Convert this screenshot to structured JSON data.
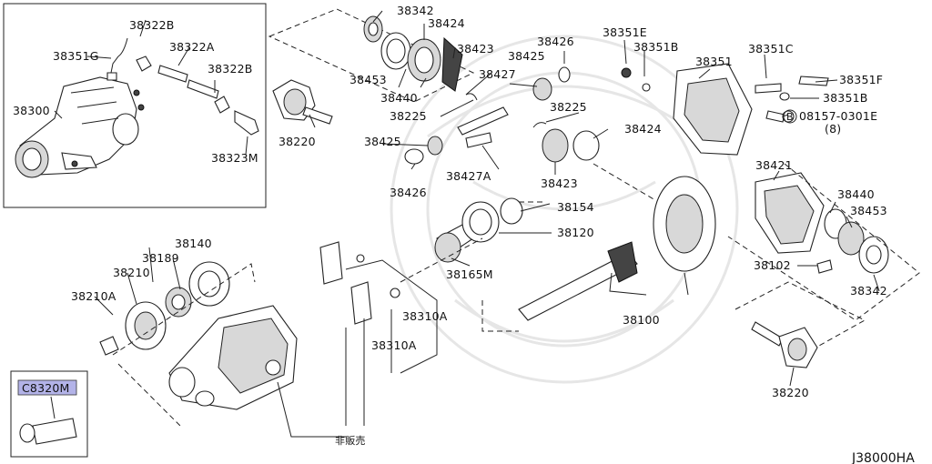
{
  "labels": {
    "l38342a": "38342",
    "l38424a": "38424",
    "l38423a": "38423",
    "l38453a": "38453",
    "l38440a": "38440",
    "l38225a": "38225",
    "l38220a": "38220",
    "l38426a": "38426",
    "l38425a": "38425",
    "l38427": "38427",
    "l38425b": "38425",
    "l38426b": "38426",
    "l38427A": "38427A",
    "l38225b": "38225",
    "l38424b": "38424",
    "l38423b": "38423",
    "l38351E": "38351E",
    "l38351Ba": "38351B",
    "l38351": "38351",
    "l38351C": "38351C",
    "l38351F": "38351F",
    "l38351Bb": "38351B",
    "l08157": "08157-0301E",
    "l8": "(8)",
    "l38322Ba": "38322B",
    "l38322A": "38322A",
    "l38351G": "38351G",
    "l38322Bb": "38322B",
    "l38300": "38300",
    "l38323M": "38323M",
    "l38154": "38154",
    "l38120": "38120",
    "l38165M": "38165M",
    "l38100": "38100",
    "l38421": "38421",
    "l38440b": "38440",
    "l38453b": "38453",
    "l38102": "38102",
    "l38342b": "38342",
    "l38220b": "38220",
    "l38140": "38140",
    "l38189": "38189",
    "l38210": "38210",
    "l38210A": "38210A",
    "l38310Aa": "38310A",
    "l38310Ab": "38310A",
    "l_nonsale": "非販売",
    "lC8320M": "C8320M",
    "lJ38000HA": "J38000HA",
    "circleB": "B"
  }
}
